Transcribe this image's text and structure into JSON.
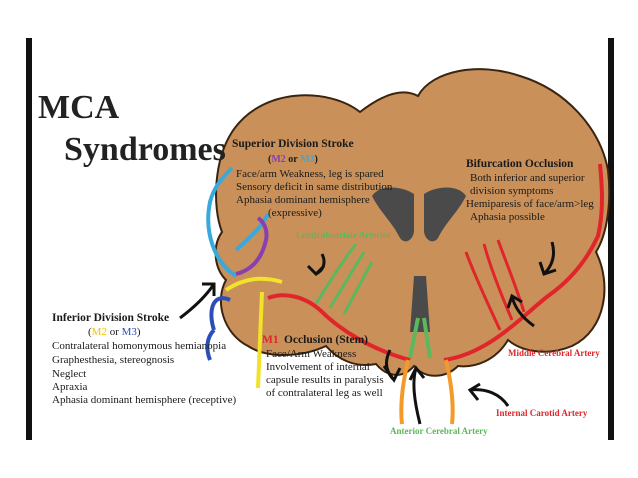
{
  "title": {
    "line1": "MCA",
    "line2": "Syndromes"
  },
  "superior": {
    "heading": "Superior Division Stroke",
    "branch_m2": "M2",
    "branch_or": "or",
    "branch_m3": "M3",
    "lines": [
      "Face/arm Weakness, leg is spared",
      "Sensory deficit in same distribution",
      "Aphasia dominant hemisphere",
      "(expressive)"
    ]
  },
  "bifurcation": {
    "heading": "Bifurcation Occlusion",
    "lines": [
      "Both inferior and superior",
      "division symptoms",
      "Hemiparesis of face/arm>leg",
      "Aphasia possible"
    ]
  },
  "inferior": {
    "heading": "Inferior Division Stroke",
    "branch_m2": "M2",
    "branch_or": "or",
    "branch_m3": "M3",
    "lines": [
      "Contralateral homonymous hemianopia",
      "Graphesthesia, stereognosis",
      "Neglect",
      "Apraxia",
      "Aphasia dominant hemisphere (receptive)"
    ]
  },
  "m1": {
    "tag": "M1",
    "heading": "Occlusion (Stem)",
    "lines": [
      "Face/Arm Weakness",
      "Involvement of internal",
      "capsule results in paralysis",
      "of contralateral leg as well"
    ]
  },
  "labels": {
    "lenticulostriate": "Lenticulostriate Arteries",
    "mca": "Middle Cerebral Artery",
    "aca": "Anterior Cerebral Artery",
    "ica": "Internal Carotid Artery"
  },
  "colors": {
    "brain": "#c9905a",
    "brain_outline": "#3a2410",
    "ventricle": "#4a4a4a",
    "red": "#e0262a",
    "green": "#5cb85c",
    "blue": "#2b4fb8",
    "light_blue": "#39a9dc",
    "purple": "#8a3fb0",
    "yellow": "#f2e22a",
    "orange": "#f39a2a"
  }
}
